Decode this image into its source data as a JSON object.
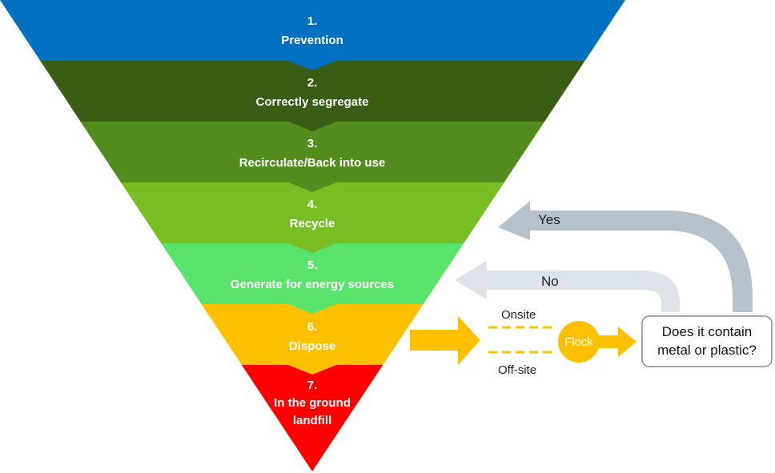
{
  "tiers": [
    {
      "number": "1.",
      "label": "Prevention",
      "color": "#0070c0"
    },
    {
      "number": "2.",
      "label": "Correctly segregate",
      "color": "#385d13"
    },
    {
      "number": "3.",
      "label": "Recirculate/Back into use",
      "color": "#548c1e"
    },
    {
      "number": "4.",
      "label": "Recycle",
      "color": "#78bd23"
    },
    {
      "number": "5.",
      "label": "Generate for energy sources",
      "color": "#59e36b"
    },
    {
      "number": "6.",
      "label": "Dispose",
      "color": "#ffc000"
    },
    {
      "number": "7.",
      "label_line1": "In the ground",
      "label_line2": "landfill",
      "color": "#ff0000"
    }
  ],
  "flow": {
    "onsite_label": "Onsite",
    "offsite_label": "Off-site",
    "flock_label": "Flock",
    "question_line1": "Does it contain",
    "question_line2": "metal or plastic?",
    "yes_label": "Yes",
    "no_label": "No",
    "accent_color": "#ffc000",
    "yes_arrow_color": "#b6c2cb",
    "no_arrow_color": "#dde3e8"
  }
}
